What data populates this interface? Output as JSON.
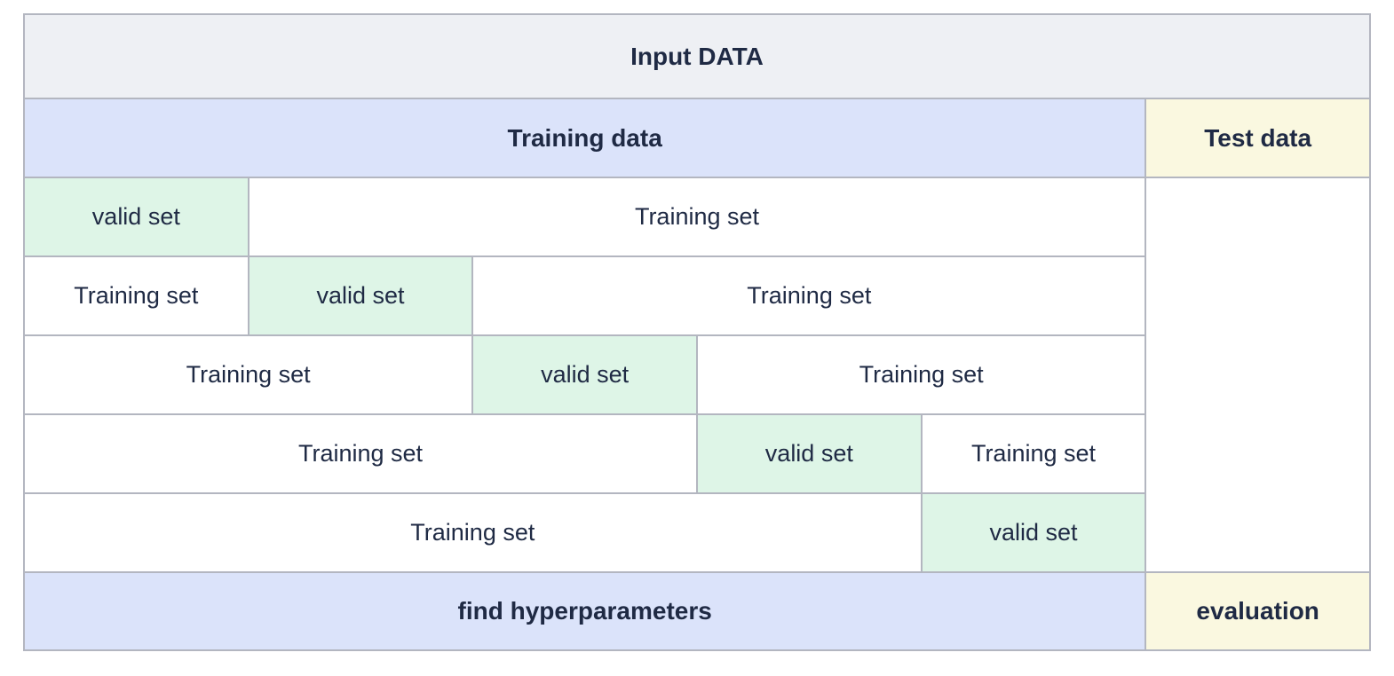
{
  "diagram": {
    "type": "k-fold-cross-validation",
    "header": {
      "title": "Input DATA"
    },
    "columns": {
      "training_label": "Training data",
      "test_label": "Test data"
    },
    "footer": {
      "training_label": "find hyperparameters",
      "test_label": "evaluation"
    },
    "folds": [
      {
        "cells": [
          {
            "type": "valid",
            "label": "valid set",
            "span": 1
          },
          {
            "type": "train",
            "label": "Training set",
            "span": 4
          }
        ]
      },
      {
        "cells": [
          {
            "type": "train",
            "label": "Training set",
            "span": 1
          },
          {
            "type": "valid",
            "label": "valid set",
            "span": 1
          },
          {
            "type": "train",
            "label": "Training set",
            "span": 3
          }
        ]
      },
      {
        "cells": [
          {
            "type": "train",
            "label": "Training set",
            "span": 2
          },
          {
            "type": "valid",
            "label": "valid set",
            "span": 1
          },
          {
            "type": "train",
            "label": "Training set",
            "span": 2
          }
        ]
      },
      {
        "cells": [
          {
            "type": "train",
            "label": "Training set",
            "span": 3
          },
          {
            "type": "valid",
            "label": "valid set",
            "span": 1
          },
          {
            "type": "train",
            "label": "Training set",
            "span": 1
          }
        ]
      },
      {
        "cells": [
          {
            "type": "train",
            "label": "Training set",
            "span": 4
          },
          {
            "type": "valid",
            "label": "valid set",
            "span": 1
          }
        ]
      }
    ],
    "colors": {
      "header_bg": "#eef0f4",
      "training_bg": "#dbe3fa",
      "test_bg": "#faf8e0",
      "valid_bg": "#def5e7",
      "train_bg": "#ffffff",
      "border": "#b3b6c0",
      "text": "#1f2a44"
    }
  }
}
